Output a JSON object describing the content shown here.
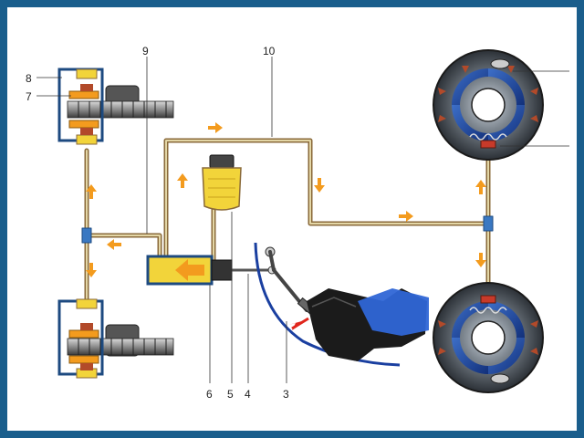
{
  "labels": {
    "l3": "3",
    "l4": "4",
    "l5": "5",
    "l6": "6",
    "l7": "7",
    "l8": "8",
    "l9": "9",
    "l10": "10"
  },
  "colors": {
    "border": "#1a5e8c",
    "pipe_outer": "#8a6a3a",
    "pipe_inner": "#e3d6a6",
    "fluid": "#f2d43a",
    "arrow": "#f39b1e",
    "pedal_line": "#1a3fa0",
    "drum": "#444a52",
    "shoe_tip": "#b24a2a"
  },
  "icons": {
    "front_brake": "disc-brake-icon",
    "rear_brake": "drum-brake-icon",
    "reservoir": "reservoir-icon",
    "master_cylinder": "master-cylinder-icon",
    "pedal": "brake-pedal-icon",
    "foot": "foot-icon"
  }
}
